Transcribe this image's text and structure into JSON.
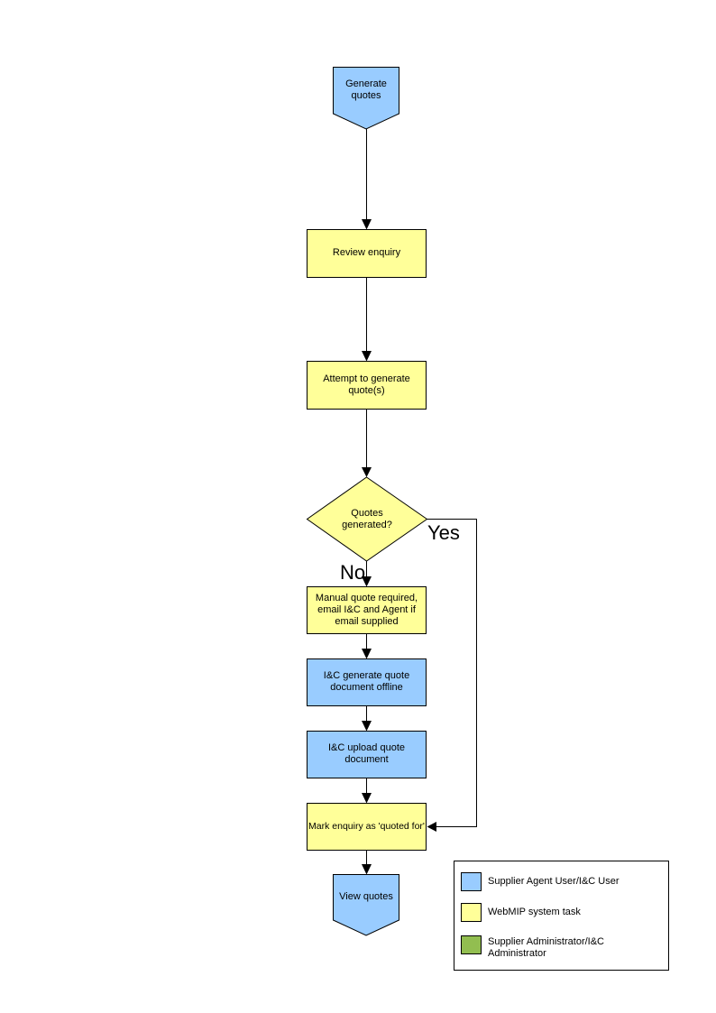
{
  "palette": {
    "blue": "#99CCFF",
    "yellow": "#FFFF99",
    "green": "#92BE50",
    "line": "#000000",
    "background": "#FFFFFF"
  },
  "flowchart": {
    "nodes": {
      "start": "Generate quotes",
      "review": "Review enquiry",
      "attempt": "Attempt to generate quote(s)",
      "decision": "Quotes generated?",
      "manual": "Manual quote required, email I&C and Agent if email supplied",
      "generate_offline": "I&C generate quote document offline",
      "upload": "I&C upload quote document",
      "mark": "Mark enquiry as 'quoted for'",
      "view": "View quotes"
    },
    "edge_labels": {
      "yes": "Yes",
      "no": "No"
    }
  },
  "legend": {
    "items": [
      {
        "label": "Supplier Agent User/I&C User",
        "color": "#99CCFF"
      },
      {
        "label": "WebMIP system task",
        "color": "#FFFF99"
      },
      {
        "label": "Supplier Administrator/I&C Administrator",
        "color": "#92BE50"
      }
    ]
  }
}
